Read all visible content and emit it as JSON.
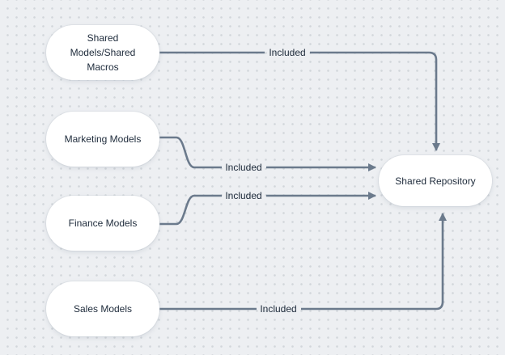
{
  "diagram": {
    "nodes": [
      {
        "id": "shared-models-shared-macros",
        "label": "Shared\nModels/Shared\nMacros"
      },
      {
        "id": "marketing-models",
        "label": "Marketing Models"
      },
      {
        "id": "finance-models",
        "label": "Finance Models"
      },
      {
        "id": "sales-models",
        "label": "Sales Models"
      },
      {
        "id": "shared-repository",
        "label": "Shared Repository"
      }
    ],
    "edges": [
      {
        "from": "shared-models-shared-macros",
        "to": "shared-repository",
        "label": "Included"
      },
      {
        "from": "marketing-models",
        "to": "shared-repository",
        "label": "Included"
      },
      {
        "from": "finance-models",
        "to": "shared-repository",
        "label": "Included"
      },
      {
        "from": "sales-models",
        "to": "shared-repository",
        "label": "Included"
      }
    ],
    "colors": {
      "background": "#edeff2",
      "grid_dot": "#d2d6db",
      "node_fill": "#ffffff",
      "connector": "#6b7a8c",
      "text": "#1e2b3b"
    }
  }
}
